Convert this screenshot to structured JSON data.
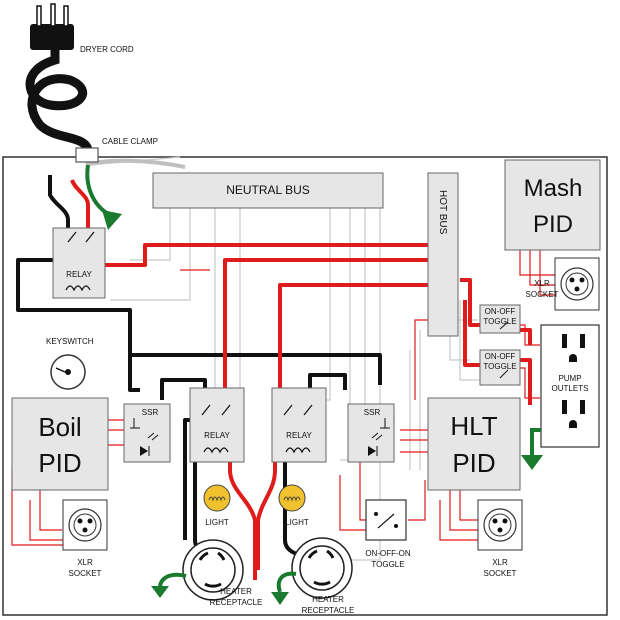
{
  "labels": {
    "dryer_cord": "DRYER CORD",
    "cable_clamp": "CABLE CLAMP",
    "neutral_bus": "NEUTRAL BUS",
    "hot_bus": "HOT BUS",
    "mash_pid": [
      "Mash",
      "PID"
    ],
    "boil_pid": [
      "Boil",
      "PID"
    ],
    "hlt_pid": [
      "HLT",
      "PID"
    ],
    "relay": "RELAY",
    "ssr": "SSR",
    "keyswitch": "KEYSWITCH",
    "light": "LIGHT",
    "xlr_socket": [
      "XLR",
      "SOCKET"
    ],
    "on_off_toggle": [
      "ON-OFF",
      "TOGGLE"
    ],
    "pump_outlets": [
      "PUMP",
      "OUTLETS"
    ],
    "on_off_on_toggle": [
      "ON-OFF-ON",
      "TOGGLE"
    ],
    "heater_receptacle": [
      "HEATER",
      "RECEPTACLE"
    ]
  },
  "colors": {
    "wire_hot": "#e01b1b",
    "wire_line": "#111111",
    "wire_neutral": "#c8c8c8",
    "ground_arrow": "#1a7a2e",
    "box_fill": "#e6e6e6",
    "light_fill": "#f2c12e"
  },
  "icons": [
    "plug-icon",
    "ground-arrow-icon",
    "xlr-socket-icon",
    "outlet-icon",
    "light-bulb-icon",
    "keyswitch-icon",
    "receptacle-icon"
  ]
}
